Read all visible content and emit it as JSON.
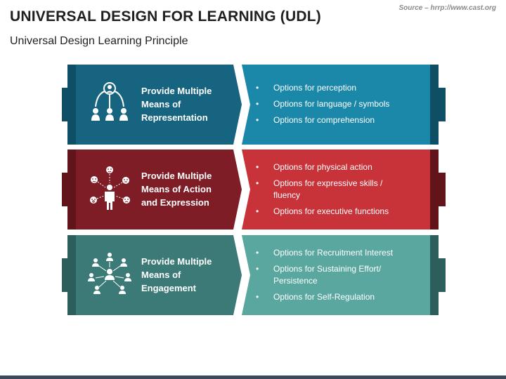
{
  "header": {
    "title": "UNIVERSAL DESIGN FOR LEARNING (UDL)",
    "subtitle": "Universal Design Learning Principle",
    "source": "Source – hrrp://www.cast.org"
  },
  "rows": [
    {
      "heading": [
        "Provide Multiple",
        "Means of",
        "Representation"
      ],
      "icon": "network-people-icon",
      "colors": {
        "dark": "#16647f",
        "light": "#1b88a9",
        "edge": "#0f4f66"
      },
      "bullets": [
        "Options for perception",
        "Options for language / symbols",
        "Options for comprehension"
      ]
    },
    {
      "heading": [
        "Provide Multiple",
        "Means of Action",
        "and Expression"
      ],
      "icon": "person-emotions-icon",
      "colors": {
        "dark": "#7e1d26",
        "light": "#c8333a",
        "edge": "#62141b"
      },
      "bullets": [
        "Options for physical action",
        "Options for expressive skills / fluency",
        "Options for executive functions"
      ]
    },
    {
      "heading": [
        "Provide Multiple",
        "Means of",
        "Engagement"
      ],
      "icon": "connected-people-icon",
      "colors": {
        "dark": "#3b7a76",
        "light": "#5aa7a0",
        "edge": "#2c5e5b"
      },
      "bullets": [
        "Options for Recruitment Interest",
        "Options for Sustaining Effort/ Persistence",
        "Options for Self-Regulation"
      ]
    }
  ]
}
